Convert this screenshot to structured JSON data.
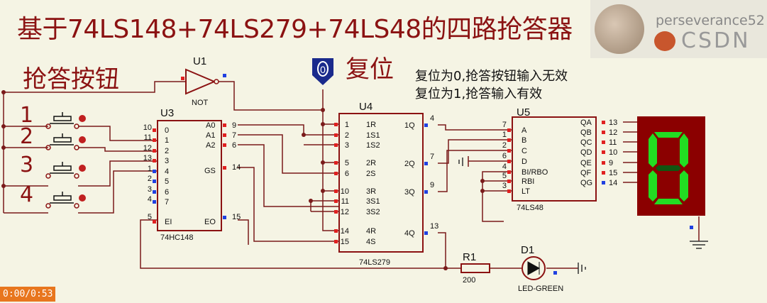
{
  "title": "基于74LS148+74LS279+74LS48的四路抢答器",
  "watermark": {
    "user": "perseverance52",
    "brand": "CSDN"
  },
  "buttons_title": "抢答按钮",
  "reset_label": "复位",
  "reset_state": "0",
  "notes": [
    "复位为0,抢答按钮输入无效",
    "复位为1,抢答输入有效"
  ],
  "timer": "0:00/0:53",
  "buttons": [
    "1",
    "2",
    "3",
    "4"
  ],
  "u1": {
    "ref": "U1",
    "type": "NOT"
  },
  "u3": {
    "ref": "U3",
    "type": "74HC148",
    "in_pins": [
      "10",
      "11",
      "12",
      "13",
      "1",
      "2",
      "3",
      "4"
    ],
    "in_labels": [
      "0",
      "1",
      "2",
      "3",
      "4",
      "5",
      "6",
      "7"
    ],
    "out_pins": [
      "9",
      "7",
      "6"
    ],
    "out_labels": [
      "A0",
      "A1",
      "A2"
    ],
    "gs_pin": "14",
    "gs_label": "GS",
    "ei_pin": "5",
    "ei_label": "EI",
    "eo_pin": "15",
    "eo_label": "EO"
  },
  "u4": {
    "ref": "U4",
    "type": "74LS279",
    "in_pins": [
      "1",
      "2",
      "3",
      "5",
      "6",
      "10",
      "11",
      "12",
      "14",
      "15"
    ],
    "in_labels": [
      "1R",
      "1S1",
      "1S2",
      "2R",
      "2S",
      "3R",
      "3S1",
      "3S2",
      "4R",
      "4S"
    ],
    "out_pins": [
      "4",
      "7",
      "9",
      "13"
    ],
    "out_labels": [
      "1Q",
      "2Q",
      "3Q",
      "4Q"
    ]
  },
  "u5": {
    "ref": "U5",
    "type": "74LS48",
    "in_pins": [
      "7",
      "1",
      "2",
      "6",
      "4",
      "5",
      "3"
    ],
    "in_labels": [
      "A",
      "B",
      "C",
      "D",
      "BI/RBO",
      "RBI",
      "LT"
    ],
    "out_pins": [
      "13",
      "12",
      "11",
      "10",
      "9",
      "15",
      "14"
    ],
    "out_labels": [
      "QA",
      "QB",
      "QC",
      "QD",
      "QE",
      "QF",
      "QG"
    ]
  },
  "r1": {
    "ref": "R1",
    "value": "200"
  },
  "d1": {
    "ref": "D1",
    "type": "LED-GREEN"
  },
  "display": {
    "digit": "0",
    "segment_color": "#22dd22",
    "body_color": "#8b0000"
  },
  "colors": {
    "wire": "#7a1a1a",
    "chip": "#8b1212",
    "pin_red": "#e02020",
    "pin_blue": "#2040e0"
  }
}
